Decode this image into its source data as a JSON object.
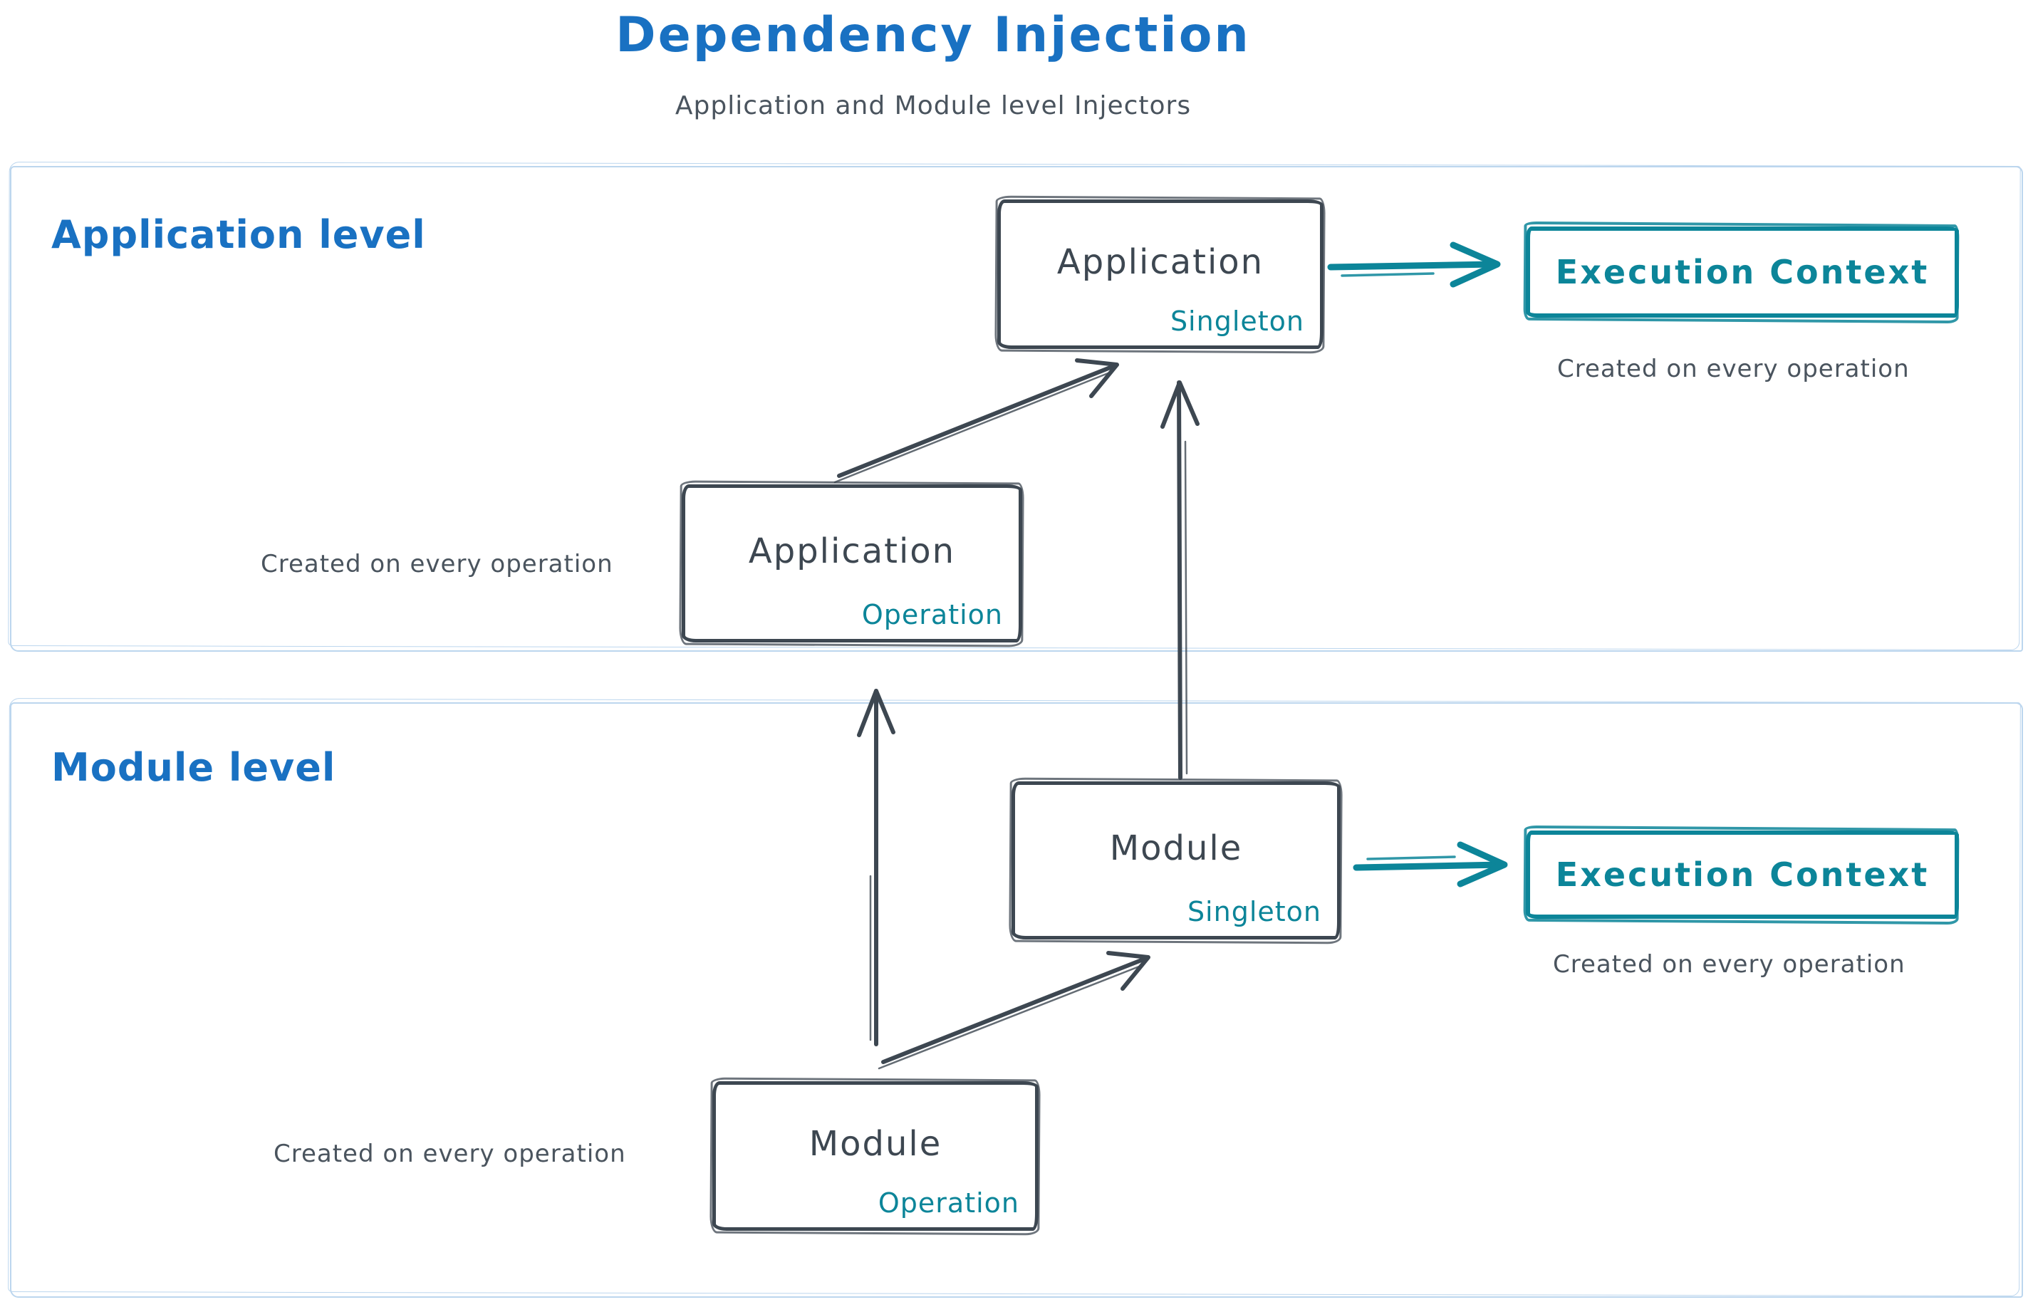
{
  "title": "Dependency Injection",
  "subtitle": "Application and Module level Injectors",
  "colors": {
    "blue": "#1971c2",
    "teal": "#0c8599",
    "dark_stroke": "#3d4751",
    "container_border": "#bcd6ee"
  },
  "sections": {
    "application": {
      "label": "Application level",
      "singleton_box": {
        "title": "Application",
        "tag": "Singleton"
      },
      "operation_box": {
        "title": "Application",
        "tag": "Operation"
      },
      "operation_caption": "Created on every operation",
      "execution_box": {
        "label": "Execution Context"
      },
      "execution_caption": "Created on every operation"
    },
    "module": {
      "label": "Module level",
      "singleton_box": {
        "title": "Module",
        "tag": "Singleton"
      },
      "operation_box": {
        "title": "Module",
        "tag": "Operation"
      },
      "operation_caption": "Created on every operation",
      "execution_box": {
        "label": "Execution Context"
      },
      "execution_caption": "Created on every operation"
    }
  },
  "arrows": [
    {
      "name": "app-operation-to-app-singleton",
      "from": "Application Operation",
      "to": "Application Singleton"
    },
    {
      "name": "module-singleton-to-app-singleton",
      "from": "Module Singleton",
      "to": "Application Singleton"
    },
    {
      "name": "app-singleton-to-execution-context",
      "from": "Application Singleton",
      "to": "Execution Context"
    },
    {
      "name": "module-operation-to-app-operation",
      "from": "Module Operation",
      "to": "Application Operation"
    },
    {
      "name": "module-operation-to-module-singleton",
      "from": "Module Operation",
      "to": "Module Singleton"
    },
    {
      "name": "module-singleton-to-execution-context",
      "from": "Module Singleton",
      "to": "Execution Context"
    }
  ]
}
